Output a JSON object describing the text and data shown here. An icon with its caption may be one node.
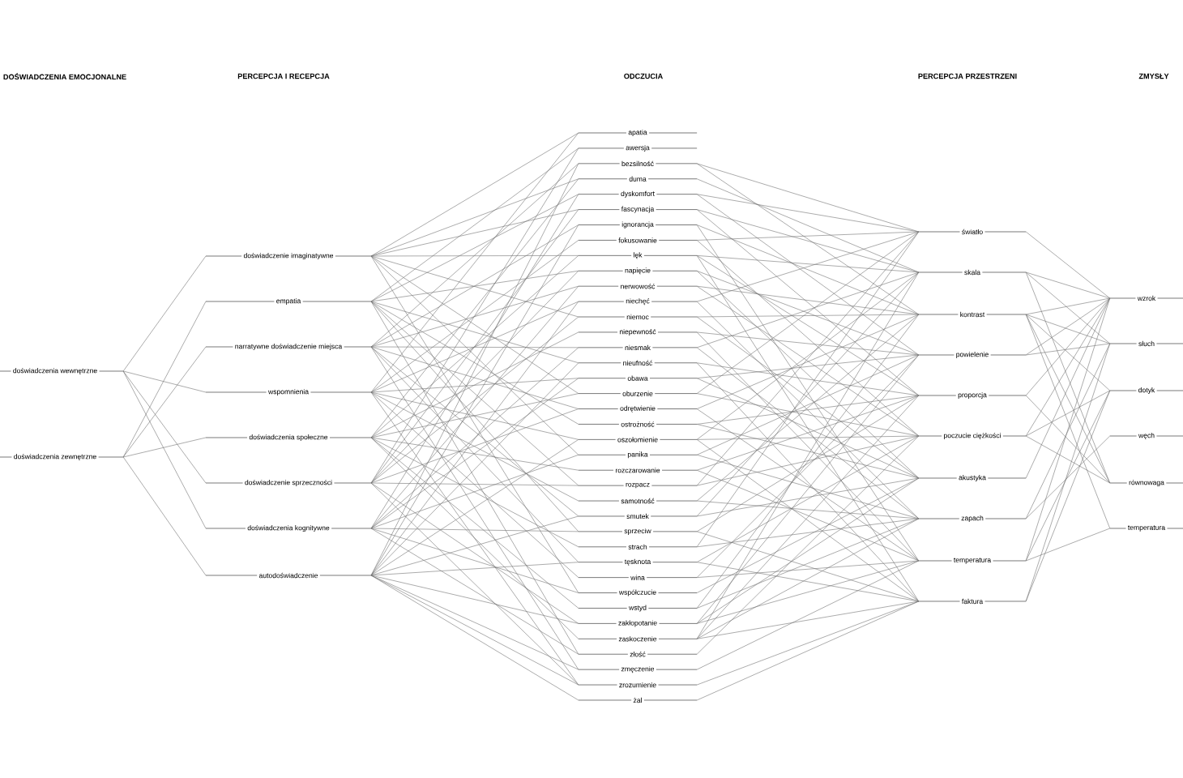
{
  "diagram": {
    "nodes": [
      {
        "text": [
          "doświadczenia wewnętrzne"
        ]
      },
      {
        "text": [
          "doświadczenia zewnętrzne"
        ]
      },
      {
        "text": [
          "doświadczenie imaginatywne"
        ]
      },
      {
        "text": [
          "empatia"
        ]
      },
      {
        "text": [
          "narratywne doświadczenie miejsca"
        ]
      },
      {
        "text": [
          "wspomnienia"
        ]
      },
      {
        "text": [
          "doświadczenia społeczne"
        ]
      },
      {
        "text": [
          "doświadczenie sprzeczności"
        ]
      },
      {
        "text": [
          "doświadczenia kognitywne"
        ]
      },
      {
        "text": [
          "autodoświadczenie"
        ]
      },
      {
        "text": [
          "apatia"
        ]
      },
      {
        "text": [
          "awersja"
        ]
      },
      {
        "text": [
          "bezsilność"
        ]
      },
      {
        "text": [
          "duma"
        ]
      },
      {
        "text": [
          "dyskomfort"
        ]
      },
      {
        "text": [
          "fascynacja"
        ]
      },
      {
        "text": [
          "ignorancja"
        ]
      },
      {
        "text": [
          "fokusowanie"
        ]
      },
      {
        "text": [
          "lęk"
        ]
      },
      {
        "text": [
          "napięcie"
        ]
      },
      {
        "text": [
          "nerwowość"
        ]
      },
      {
        "text": [
          "niechęć"
        ]
      },
      {
        "text": [
          "niemoc"
        ]
      },
      {
        "text": [
          "niepewność"
        ]
      },
      {
        "text": [
          "niesmak"
        ]
      },
      {
        "text": [
          "nieufność"
        ]
      },
      {
        "text": [
          "obawa"
        ]
      },
      {
        "text": [
          "oburzenie"
        ]
      },
      {
        "text": [
          "odrętwienie"
        ]
      },
      {
        "text": [
          "ostrożność"
        ]
      },
      {
        "text": [
          "oszołomienie"
        ]
      },
      {
        "text": [
          "panika"
        ]
      },
      {
        "text": [
          "rozczarowanie"
        ]
      },
      {
        "text": [
          "rozpacz"
        ]
      },
      {
        "text": [
          "samotność"
        ]
      },
      {
        "text": [
          "smutek"
        ]
      },
      {
        "text": [
          "sprzeciw"
        ]
      },
      {
        "text": [
          "strach"
        ]
      },
      {
        "text": [
          "tęsknota"
        ]
      },
      {
        "text": [
          "wina"
        ]
      },
      {
        "text": [
          "współczucie"
        ]
      },
      {
        "text": [
          "wstyd"
        ]
      },
      {
        "text": [
          "zakłopotanie"
        ]
      },
      {
        "text": [
          "zaskoczenie"
        ]
      },
      {
        "text": [
          "złość"
        ]
      },
      {
        "text": [
          "zmęczenie"
        ]
      },
      {
        "text": [
          "zrozumienie"
        ]
      },
      {
        "text": [
          "żal"
        ]
      },
      {
        "text": [
          "światło"
        ]
      },
      {
        "text": [
          "skala"
        ]
      },
      {
        "text": [
          "kontrast"
        ]
      },
      {
        "text": [
          "powielenie"
        ]
      },
      {
        "text": [
          "proporcja"
        ]
      },
      {
        "text": [
          "poczucie ciężkości"
        ]
      },
      {
        "text": [
          "akustyka"
        ]
      },
      {
        "text": [
          "zapach"
        ]
      },
      {
        "text": [
          "temperatura"
        ]
      },
      {
        "text": [
          "faktura"
        ]
      },
      {
        "text": [
          "wzrok"
        ]
      },
      {
        "text": [
          "słuch"
        ]
      },
      {
        "text": [
          "dotyk"
        ]
      },
      {
        "text": [
          "węch"
        ]
      },
      {
        "text": [
          "równowaga"
        ]
      },
      {
        "text": [
          "temperatura"
        ]
      }
    ],
    "edges": [
      {
        "from": 0,
        "to": 2,
        "arrow": "none"
      },
      {
        "from": 0,
        "to": 5,
        "arrow": "none"
      },
      {
        "from": 0,
        "to": 7,
        "arrow": "none"
      },
      {
        "from": 0,
        "to": 8,
        "arrow": "none"
      },
      {
        "from": 1,
        "to": 3,
        "arrow": "none"
      },
      {
        "from": 1,
        "to": 4,
        "arrow": "none"
      },
      {
        "from": 1,
        "to": 6,
        "arrow": "none"
      },
      {
        "from": 1,
        "to": 9,
        "arrow": "none"
      },
      {
        "from": 2,
        "to": 10,
        "arrow": "none"
      },
      {
        "from": 2,
        "to": 13,
        "arrow": "none"
      },
      {
        "from": 2,
        "to": 15,
        "arrow": "none"
      },
      {
        "from": 2,
        "to": 18,
        "arrow": "none"
      },
      {
        "from": 2,
        "to": 22,
        "arrow": "none"
      },
      {
        "from": 2,
        "to": 27,
        "arrow": "none"
      },
      {
        "from": 2,
        "to": 31,
        "arrow": "none"
      },
      {
        "from": 2,
        "to": 40,
        "arrow": "none"
      },
      {
        "from": 3,
        "to": 11,
        "arrow": "none"
      },
      {
        "from": 3,
        "to": 14,
        "arrow": "none"
      },
      {
        "from": 3,
        "to": 19,
        "arrow": "none"
      },
      {
        "from": 3,
        "to": 25,
        "arrow": "none"
      },
      {
        "from": 3,
        "to": 29,
        "arrow": "none"
      },
      {
        "from": 3,
        "to": 33,
        "arrow": "none"
      },
      {
        "from": 3,
        "to": 36,
        "arrow": "none"
      },
      {
        "from": 3,
        "to": 44,
        "arrow": "none"
      },
      {
        "from": 4,
        "to": 12,
        "arrow": "none"
      },
      {
        "from": 4,
        "to": 16,
        "arrow": "none"
      },
      {
        "from": 4,
        "to": 20,
        "arrow": "none"
      },
      {
        "from": 4,
        "to": 24,
        "arrow": "none"
      },
      {
        "from": 4,
        "to": 28,
        "arrow": "none"
      },
      {
        "from": 4,
        "to": 35,
        "arrow": "none"
      },
      {
        "from": 4,
        "to": 38,
        "arrow": "none"
      },
      {
        "from": 4,
        "to": 45,
        "arrow": "none"
      },
      {
        "from": 5,
        "to": 10,
        "arrow": "none"
      },
      {
        "from": 5,
        "to": 17,
        "arrow": "none"
      },
      {
        "from": 5,
        "to": 21,
        "arrow": "none"
      },
      {
        "from": 5,
        "to": 26,
        "arrow": "none"
      },
      {
        "from": 5,
        "to": 30,
        "arrow": "none"
      },
      {
        "from": 5,
        "to": 34,
        "arrow": "none"
      },
      {
        "from": 5,
        "to": 39,
        "arrow": "none"
      },
      {
        "from": 5,
        "to": 46,
        "arrow": "none"
      },
      {
        "from": 6,
        "to": 13,
        "arrow": "none"
      },
      {
        "from": 6,
        "to": 18,
        "arrow": "none"
      },
      {
        "from": 6,
        "to": 23,
        "arrow": "none"
      },
      {
        "from": 6,
        "to": 27,
        "arrow": "none"
      },
      {
        "from": 6,
        "to": 32,
        "arrow": "none"
      },
      {
        "from": 6,
        "to": 37,
        "arrow": "none"
      },
      {
        "from": 6,
        "to": 41,
        "arrow": "none"
      },
      {
        "from": 6,
        "to": 43,
        "arrow": "none"
      },
      {
        "from": 7,
        "to": 11,
        "arrow": "none"
      },
      {
        "from": 7,
        "to": 15,
        "arrow": "none"
      },
      {
        "from": 7,
        "to": 19,
        "arrow": "none"
      },
      {
        "from": 7,
        "to": 22,
        "arrow": "none"
      },
      {
        "from": 7,
        "to": 28,
        "arrow": "none"
      },
      {
        "from": 7,
        "to": 33,
        "arrow": "none"
      },
      {
        "from": 7,
        "to": 42,
        "arrow": "none"
      },
      {
        "from": 7,
        "to": 46,
        "arrow": "none"
      },
      {
        "from": 8,
        "to": 14,
        "arrow": "none"
      },
      {
        "from": 8,
        "to": 20,
        "arrow": "none"
      },
      {
        "from": 8,
        "to": 24,
        "arrow": "none"
      },
      {
        "from": 8,
        "to": 26,
        "arrow": "none"
      },
      {
        "from": 8,
        "to": 31,
        "arrow": "none"
      },
      {
        "from": 8,
        "to": 36,
        "arrow": "none"
      },
      {
        "from": 8,
        "to": 40,
        "arrow": "none"
      },
      {
        "from": 8,
        "to": 44,
        "arrow": "none"
      },
      {
        "from": 9,
        "to": 12,
        "arrow": "none"
      },
      {
        "from": 9,
        "to": 16,
        "arrow": "none"
      },
      {
        "from": 9,
        "to": 21,
        "arrow": "none"
      },
      {
        "from": 9,
        "to": 25,
        "arrow": "none"
      },
      {
        "from": 9,
        "to": 30,
        "arrow": "none"
      },
      {
        "from": 9,
        "to": 35,
        "arrow": "none"
      },
      {
        "from": 9,
        "to": 38,
        "arrow": "none"
      },
      {
        "from": 9,
        "to": 42,
        "arrow": "none"
      },
      {
        "from": 9,
        "to": 45,
        "arrow": "none"
      },
      {
        "from": 9,
        "to": 46,
        "arrow": "none"
      },
      {
        "from": 9,
        "to": 47,
        "arrow": "none"
      },
      {
        "from": 12,
        "to": 48,
        "arrow": "none"
      },
      {
        "from": 14,
        "to": 48,
        "arrow": "none"
      },
      {
        "from": 17,
        "to": 48,
        "arrow": "none"
      },
      {
        "from": 21,
        "to": 48,
        "arrow": "none"
      },
      {
        "from": 27,
        "to": 48,
        "arrow": "none"
      },
      {
        "from": 33,
        "to": 48,
        "arrow": "none"
      },
      {
        "from": 37,
        "to": 48,
        "arrow": "none"
      },
      {
        "from": 13,
        "to": 49,
        "arrow": "none"
      },
      {
        "from": 15,
        "to": 49,
        "arrow": "none"
      },
      {
        "from": 18,
        "to": 49,
        "arrow": "none"
      },
      {
        "from": 24,
        "to": 49,
        "arrow": "none"
      },
      {
        "from": 30,
        "to": 49,
        "arrow": "none"
      },
      {
        "from": 35,
        "to": 49,
        "arrow": "none"
      },
      {
        "from": 43,
        "to": 49,
        "arrow": "none"
      },
      {
        "from": 12,
        "to": 50,
        "arrow": "none"
      },
      {
        "from": 16,
        "to": 50,
        "arrow": "none"
      },
      {
        "from": 20,
        "to": 50,
        "arrow": "none"
      },
      {
        "from": 22,
        "to": 50,
        "arrow": "none"
      },
      {
        "from": 28,
        "to": 50,
        "arrow": "none"
      },
      {
        "from": 34,
        "to": 50,
        "arrow": "none"
      },
      {
        "from": 41,
        "to": 50,
        "arrow": "none"
      },
      {
        "from": 14,
        "to": 51,
        "arrow": "none"
      },
      {
        "from": 19,
        "to": 51,
        "arrow": "none"
      },
      {
        "from": 23,
        "to": 51,
        "arrow": "none"
      },
      {
        "from": 26,
        "to": 51,
        "arrow": "none"
      },
      {
        "from": 31,
        "to": 51,
        "arrow": "none"
      },
      {
        "from": 39,
        "to": 51,
        "arrow": "none"
      },
      {
        "from": 42,
        "to": 51,
        "arrow": "none"
      },
      {
        "from": 15,
        "to": 52,
        "arrow": "none"
      },
      {
        "from": 18,
        "to": 52,
        "arrow": "none"
      },
      {
        "from": 25,
        "to": 52,
        "arrow": "none"
      },
      {
        "from": 29,
        "to": 52,
        "arrow": "none"
      },
      {
        "from": 32,
        "to": 52,
        "arrow": "none"
      },
      {
        "from": 36,
        "to": 52,
        "arrow": "none"
      },
      {
        "from": 43,
        "to": 52,
        "arrow": "none"
      },
      {
        "from": 17,
        "to": 53,
        "arrow": "none"
      },
      {
        "from": 20,
        "to": 53,
        "arrow": "none"
      },
      {
        "from": 27,
        "to": 53,
        "arrow": "none"
      },
      {
        "from": 30,
        "to": 53,
        "arrow": "none"
      },
      {
        "from": 33,
        "to": 53,
        "arrow": "none"
      },
      {
        "from": 38,
        "to": 53,
        "arrow": "none"
      },
      {
        "from": 44,
        "to": 53,
        "arrow": "none"
      },
      {
        "from": 19,
        "to": 54,
        "arrow": "none"
      },
      {
        "from": 22,
        "to": 54,
        "arrow": "none"
      },
      {
        "from": 26,
        "to": 54,
        "arrow": "none"
      },
      {
        "from": 29,
        "to": 54,
        "arrow": "none"
      },
      {
        "from": 35,
        "to": 54,
        "arrow": "none"
      },
      {
        "from": 40,
        "to": 54,
        "arrow": "none"
      },
      {
        "from": 42,
        "to": 54,
        "arrow": "none"
      },
      {
        "from": 21,
        "to": 55,
        "arrow": "none"
      },
      {
        "from": 24,
        "to": 55,
        "arrow": "none"
      },
      {
        "from": 31,
        "to": 55,
        "arrow": "none"
      },
      {
        "from": 34,
        "to": 55,
        "arrow": "none"
      },
      {
        "from": 37,
        "to": 55,
        "arrow": "none"
      },
      {
        "from": 41,
        "to": 55,
        "arrow": "none"
      },
      {
        "from": 43,
        "to": 55,
        "arrow": "none"
      },
      {
        "from": 16,
        "to": 56,
        "arrow": "none"
      },
      {
        "from": 23,
        "to": 56,
        "arrow": "none"
      },
      {
        "from": 28,
        "to": 56,
        "arrow": "none"
      },
      {
        "from": 32,
        "to": 56,
        "arrow": "none"
      },
      {
        "from": 39,
        "to": 56,
        "arrow": "none"
      },
      {
        "from": 42,
        "to": 56,
        "arrow": "none"
      },
      {
        "from": 45,
        "to": 56,
        "arrow": "none"
      },
      {
        "from": 18,
        "to": 57,
        "arrow": "none"
      },
      {
        "from": 25,
        "to": 57,
        "arrow": "none"
      },
      {
        "from": 30,
        "to": 57,
        "arrow": "none"
      },
      {
        "from": 36,
        "to": 57,
        "arrow": "none"
      },
      {
        "from": 38,
        "to": 57,
        "arrow": "none"
      },
      {
        "from": 43,
        "to": 57,
        "arrow": "none"
      },
      {
        "from": 46,
        "to": 57,
        "arrow": "none"
      },
      {
        "from": 47,
        "to": 57,
        "arrow": "none"
      },
      {
        "from": 48,
        "to": 58,
        "arrow": "none"
      },
      {
        "from": 49,
        "to": 58,
        "arrow": "none"
      },
      {
        "from": 49,
        "to": 59,
        "arrow": "none"
      },
      {
        "from": 49,
        "to": 62,
        "arrow": "none"
      },
      {
        "from": 50,
        "to": 58,
        "arrow": "none"
      },
      {
        "from": 50,
        "to": 59,
        "arrow": "none"
      },
      {
        "from": 50,
        "to": 60,
        "arrow": "none"
      },
      {
        "from": 50,
        "to": 62,
        "arrow": "none"
      },
      {
        "from": 50,
        "to": 63,
        "arrow": "none"
      },
      {
        "from": 51,
        "to": 58,
        "arrow": "none"
      },
      {
        "from": 51,
        "to": 59,
        "arrow": "none"
      },
      {
        "from": 52,
        "to": 58,
        "arrow": "none"
      },
      {
        "from": 52,
        "to": 62,
        "arrow": "none"
      },
      {
        "from": 53,
        "to": 58,
        "arrow": "none"
      },
      {
        "from": 53,
        "to": 60,
        "arrow": "none"
      },
      {
        "from": 53,
        "to": 62,
        "arrow": "none"
      },
      {
        "from": 54,
        "to": 58,
        "arrow": "none"
      },
      {
        "from": 55,
        "to": 59,
        "arrow": "none"
      },
      {
        "from": 55,
        "to": 61,
        "arrow": "none"
      },
      {
        "from": 56,
        "to": 58,
        "arrow": "none"
      },
      {
        "from": 56,
        "to": 60,
        "arrow": "none"
      },
      {
        "from": 56,
        "to": 63,
        "arrow": "none"
      },
      {
        "from": 57,
        "to": 59,
        "arrow": "none"
      },
      {
        "from": 57,
        "to": 60,
        "arrow": "none"
      }
    ],
    "labels": [
      "DOŚWIADCZENIA EMOCJONALNE",
      "PERCEPCJA I RECEPCJA",
      "ODCZUCIA",
      "PERCEPCJA PRZESTRZENI",
      "ZMYSŁY"
    ]
  }
}
